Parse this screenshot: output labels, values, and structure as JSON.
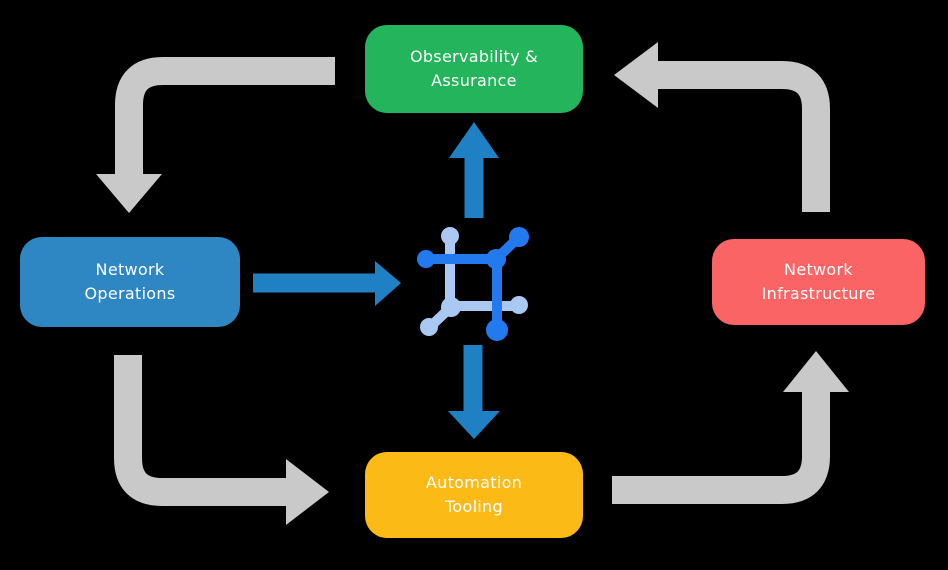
{
  "colors": {
    "background": "#000000",
    "arrow_gray": "#c9c9c9",
    "arrow_blue": "#2080c4",
    "icon_dark_blue": "#2379ee",
    "icon_light_blue": "#a9c9f3",
    "label_text": "#ffffff"
  },
  "nodes": {
    "observability": {
      "label": "Observability &\nAssurance",
      "color": "#24b45b"
    },
    "operations": {
      "label": "Network\nOperations",
      "color": "#2e86c3"
    },
    "infrastructure": {
      "label": "Network\nInfrastructure",
      "color": "#fa6464"
    },
    "automation": {
      "label": "Automation\nTooling",
      "color": "#fcba16"
    }
  },
  "icon": {
    "name": "network-automation-icon"
  },
  "flow": {
    "outer_cycle": [
      "Observability & Assurance -> Network Operations",
      "Network Operations -> Automation Tooling",
      "Automation Tooling -> Network Infrastructure",
      "Network Infrastructure -> Observability & Assurance"
    ],
    "center_links": [
      "Network Operations -> center icon",
      "center icon -> Observability & Assurance",
      "center icon -> Automation Tooling"
    ]
  }
}
